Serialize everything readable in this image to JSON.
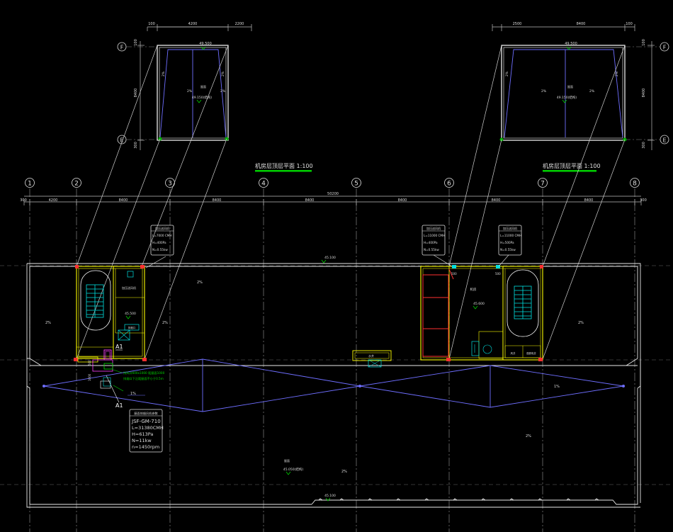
{
  "axes": {
    "columns": [
      "1",
      "2",
      "3",
      "4",
      "5",
      "6",
      "7",
      "8"
    ],
    "rows": [
      "F",
      "E"
    ],
    "total_dim": "50200",
    "spans": [
      "300",
      "4200",
      "8400",
      "8400",
      "8400",
      "8400",
      "8400",
      "8400",
      "300"
    ],
    "left_top_dims": [
      "100",
      "4200",
      "2200"
    ],
    "right_top_dims": [
      "2500",
      "8400",
      "100"
    ],
    "side_dims": [
      "100",
      "8400",
      "300"
    ]
  },
  "titles": {
    "left": "机房层顶层平面 1:100",
    "right": "机房层顶层平面 1:100"
  },
  "levels": {
    "roof_top": "49.500",
    "roof_center": "49.150(结构)",
    "main_top": "45.100",
    "stair_left": "45.500",
    "room_right": "45.600",
    "main_bottom": "45.100",
    "main_center": "45.050(结构)"
  },
  "slopes": {
    "a": "2%",
    "b": "1%"
  },
  "room_labels": {
    "roof": "屋面",
    "fan_room": "加压送风机",
    "machine_room": "机房",
    "well": "水井",
    "shaft": "风井",
    "pipe": "管井",
    "elec": "强弱电井",
    "main_roof": "屋面",
    "A1": "A1",
    "A1b": "A1"
  },
  "left_tag": {
    "title": "加压送风机",
    "lines": [
      "L=7000 CMH",
      "H=400Pa",
      "N=0.55kw"
    ]
  },
  "right_tag1": {
    "title": "加压送风机",
    "lines": [
      "L=11000 CMH",
      "H=400Pa",
      "N=0.55kw"
    ]
  },
  "right_tag2": {
    "title": "加压送风机",
    "lines": [
      "L=11000 CMH",
      "H=500Pa",
      "N=0.55kw"
    ]
  },
  "fan_tag": {
    "title": "屋面排烟风机参数",
    "lines": [
      "JSF-GM-710",
      "L=31380CMH",
      "H=613Pa",
      "N=11kw",
      "n=1450rpm"
    ]
  },
  "notes": {
    "green_note1": "排风口600x1000 距屋面1000",
    "green_note2": "排烟口下沿距屋面不小于0.5m",
    "dim_a": "500",
    "dim_b": "500",
    "dim_c": "1000",
    "vent": "排烟口"
  },
  "colors": {
    "background": "#000000",
    "grid": "#cfcfcf",
    "wall": "#ffff00",
    "stair": "#00e0e0",
    "slope_line": "#6e6eff",
    "highlight": "#00d000",
    "red": "#ff3030",
    "magenta": "#ff40ff"
  }
}
